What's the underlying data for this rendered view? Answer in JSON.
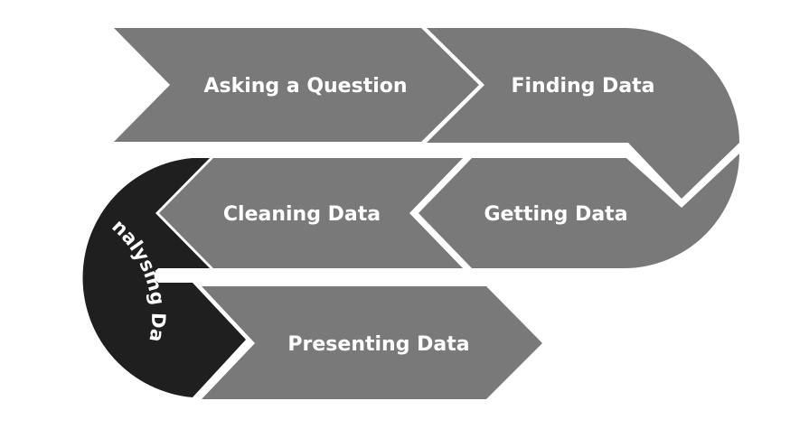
{
  "process": {
    "colors": {
      "step_fill": "#797979",
      "highlight_fill": "#1f1f1f",
      "label_text": "#ffffff",
      "background": "#ffffff"
    },
    "steps": [
      {
        "id": "asking",
        "label": "Asking a Question",
        "highlighted": false
      },
      {
        "id": "finding",
        "label": "Finding Data",
        "highlighted": false
      },
      {
        "id": "getting",
        "label": "Getting Data",
        "highlighted": false
      },
      {
        "id": "cleaning",
        "label": "Cleaning Data",
        "highlighted": false
      },
      {
        "id": "analysing",
        "label": "Analysing Data",
        "highlighted": true
      },
      {
        "id": "presenting",
        "label": "Presenting Data",
        "highlighted": false
      }
    ]
  }
}
